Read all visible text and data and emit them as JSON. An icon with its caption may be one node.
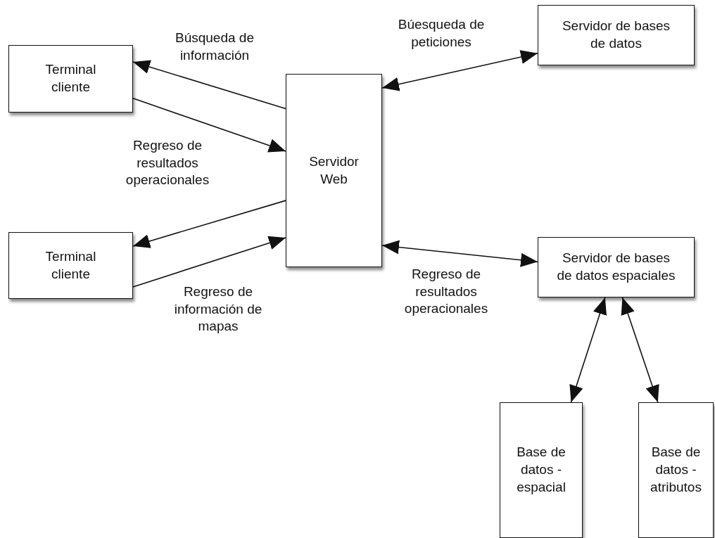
{
  "diagram": {
    "nodes": [
      {
        "text": [
          "Terminal cliente"
        ]
      },
      {
        "text": [
          "Terminal cliente"
        ]
      },
      {
        "text": [
          "Servidor Web"
        ]
      },
      {
        "text": [
          "Servidor de bases de datos"
        ]
      },
      {
        "text": [
          "Servidor de bases de datos espaciales"
        ]
      },
      {
        "text": [
          "Base de datos - espacial"
        ]
      },
      {
        "text": [
          "Base de datos - atributos"
        ]
      }
    ],
    "edges": [
      {
        "from": 2,
        "to": 0,
        "arrow": "to",
        "label": "Búsqueda de información"
      },
      {
        "from": 0,
        "to": 2,
        "arrow": "to",
        "label": "Regreso de resultados operacionales"
      },
      {
        "from": 2,
        "to": 1,
        "arrow": "to"
      },
      {
        "from": 1,
        "to": 2,
        "arrow": "to",
        "label": "Regreso de información de mapas"
      },
      {
        "from": 2,
        "to": 3,
        "arrow": "both",
        "label": "Búesqueda de peticiones"
      },
      {
        "from": 2,
        "to": 4,
        "arrow": "both",
        "label": "Regreso de resultados operacionales"
      },
      {
        "from": 4,
        "to": 5,
        "arrow": "both"
      },
      {
        "from": 4,
        "to": 6,
        "arrow": "both"
      }
    ]
  }
}
